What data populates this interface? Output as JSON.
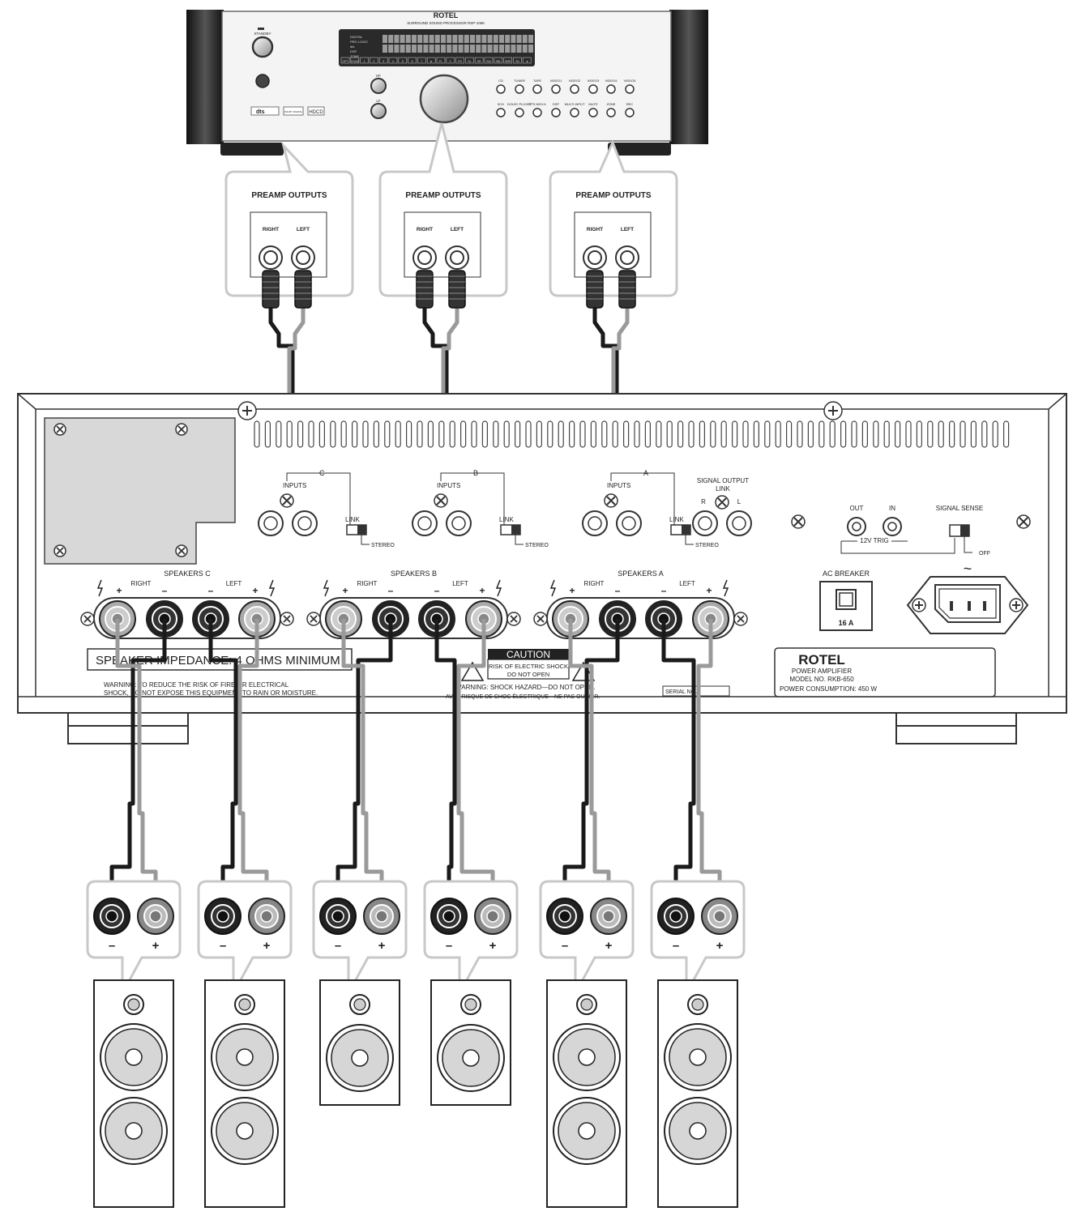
{
  "processor": {
    "brand": "ROTEL",
    "model_line": "SURROUND SOUND PROCESSOR  RSP-1066",
    "standby_label": "STANDBY",
    "hf_label": "HF",
    "lf_label": "LF",
    "logos": [
      "dts",
      "DOLBY DIGITAL",
      "HDCD"
    ],
    "display_indicators": [
      "DIGITAL",
      "PRO LOGIC",
      "dts",
      "DSP",
      "ZONE"
    ],
    "display_bottom": [
      "OPT",
      "COAX",
      "1",
      "2",
      "3",
      "4",
      "5",
      "6",
      "7",
      "►",
      "FL",
      "C",
      "FR",
      "SL",
      "SR",
      "SW",
      "SBL",
      "SBR",
      "Sb",
      "◄"
    ],
    "buttons_row1": [
      "CD",
      "TUNER",
      "TAPE",
      "VIDEO1",
      "VIDEO2",
      "VIDEO3",
      "VIDEO4",
      "VIDEO5"
    ],
    "buttons_row2": [
      "5CH",
      "DOLBY PLII/3ST",
      "DTS NEO:6",
      "DSP",
      "MULTI INPUT",
      "MUTE",
      "ZONE",
      "REC"
    ]
  },
  "callouts": [
    {
      "title": "PREAMP OUTPUTS",
      "right": "RIGHT",
      "left": "LEFT"
    },
    {
      "title": "PREAMP OUTPUTS",
      "right": "RIGHT",
      "left": "LEFT"
    },
    {
      "title": "PREAMP OUTPUTS",
      "right": "RIGHT",
      "left": "LEFT"
    }
  ],
  "amp": {
    "inputs": [
      {
        "group": "C",
        "inputs_label": "INPUTS",
        "link": "LINK",
        "stereo": "STEREO"
      },
      {
        "group": "B",
        "inputs_label": "INPUTS",
        "link": "LINK",
        "stereo": "STEREO"
      },
      {
        "group": "A",
        "inputs_label": "INPUTS",
        "link": "LINK",
        "stereo": "STEREO"
      }
    ],
    "signal_output": "SIGNAL OUTPUT",
    "signal_output_link": "LINK",
    "r_label": "R",
    "l_label": "L",
    "trig_out": "OUT",
    "trig_in": "IN",
    "trig_label": "12V TRIG",
    "signal_sense": "SIGNAL SENSE",
    "off_label": "OFF",
    "ac_breaker": "AC BREAKER",
    "breaker_rating": "16 A",
    "ac_symbol": "~",
    "speaker_groups": [
      {
        "name": "SPEAKERS C",
        "right": "RIGHT",
        "left": "LEFT"
      },
      {
        "name": "SPEAKERS B",
        "right": "RIGHT",
        "left": "LEFT"
      },
      {
        "name": "SPEAKERS A",
        "right": "RIGHT",
        "left": "LEFT"
      }
    ],
    "plus": "+",
    "minus": "–",
    "impedance_notice": "SPEAKER IMPEDANCE: 4 OHMS MINIMUM",
    "warning_line1": "WARNING: TO REDUCE THE RISK OF FIRE OR ELECTRICAL",
    "warning_line2": "SHOCK, DO NOT EXPOSE THIS EQUIPMENT TO RAIN OR MOISTURE.",
    "caution_title": "CAUTION",
    "caution_line1": "RISK OF ELECTRIC SHOCK",
    "caution_line2": "DO NOT OPEN",
    "shock_line1": "WARNING: SHOCK HAZARD—DO NOT OPEN.",
    "shock_line2": "AVIS: RISQUE DE CHOC ÉLECTRIQUE—NE PAS OUVRIR.",
    "serial_label": "SERIAL NO.",
    "label_brand": "ROTEL",
    "label_product": "POWER AMPLIFIER",
    "label_model": "MODEL NO. RKB-650",
    "label_power": "POWER CONSUMPTION: 450 W"
  },
  "speaker_terminals": {
    "minus": "–",
    "plus": "+"
  },
  "speakers": [
    "tower",
    "tower",
    "bookshelf",
    "bookshelf",
    "tower",
    "tower"
  ],
  "colors": {
    "black_wire": "#1a1a1a",
    "gray_wire": "#9a9a9a",
    "callout_border": "#c8c8c8"
  }
}
